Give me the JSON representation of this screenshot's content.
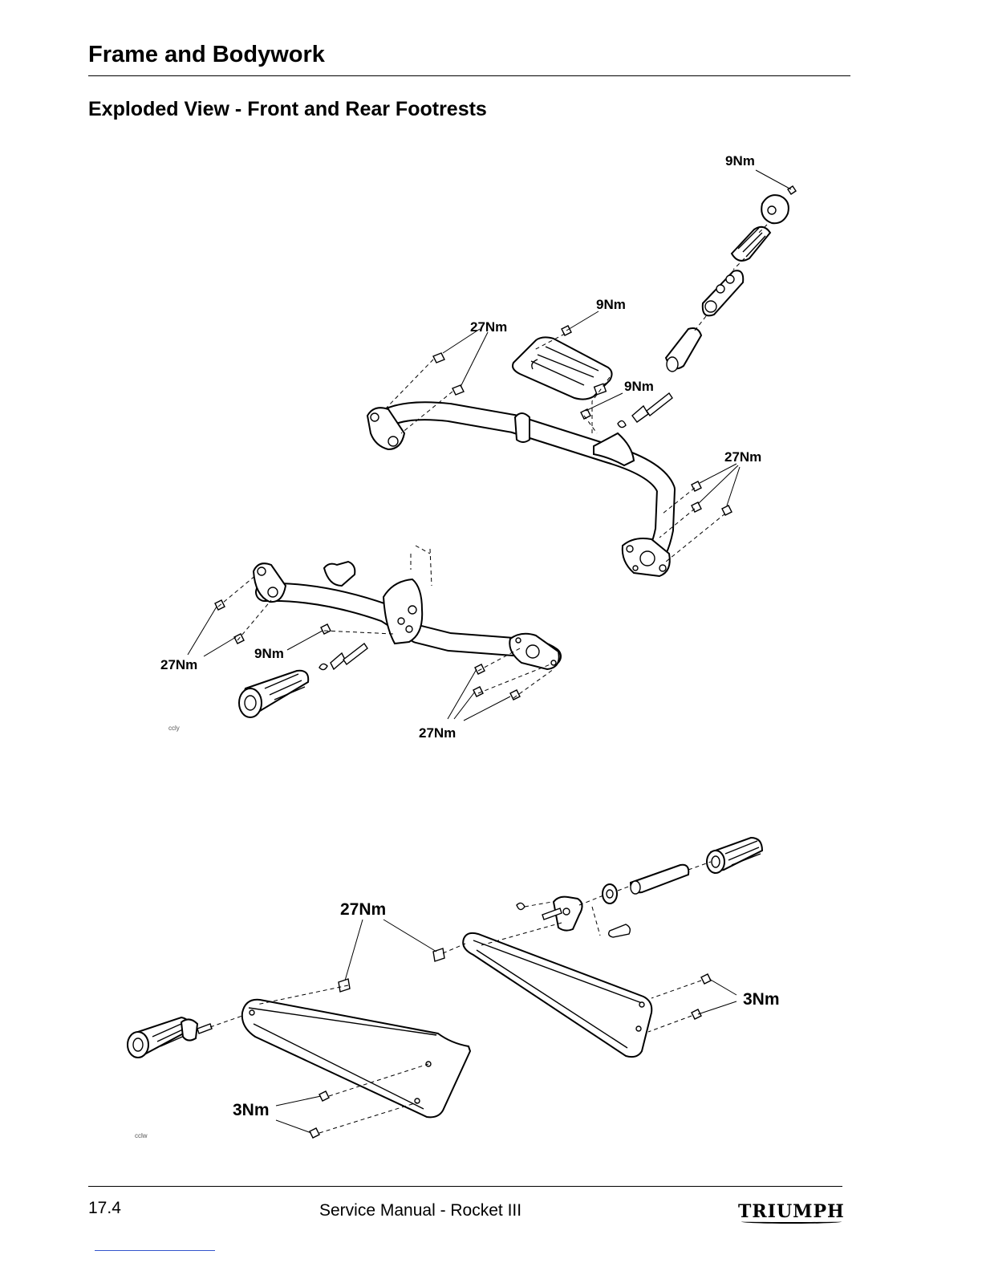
{
  "header": {
    "section_title": "Frame and Bodywork",
    "page_heading": "Exploded View - Front and Rear Footrests"
  },
  "front_diagram": {
    "torque_labels": [
      "9Nm",
      "9Nm",
      "27Nm",
      "9Nm",
      "27Nm",
      "27Nm",
      "9Nm",
      "27Nm"
    ],
    "code": "ccly"
  },
  "rear_diagram": {
    "torque_labels": [
      "27Nm",
      "3Nm",
      "3Nm"
    ],
    "code": "cclw"
  },
  "footer": {
    "page_number": "17.4",
    "manual_title": "Service Manual - Rocket III",
    "brand": "TRIUMPH"
  }
}
